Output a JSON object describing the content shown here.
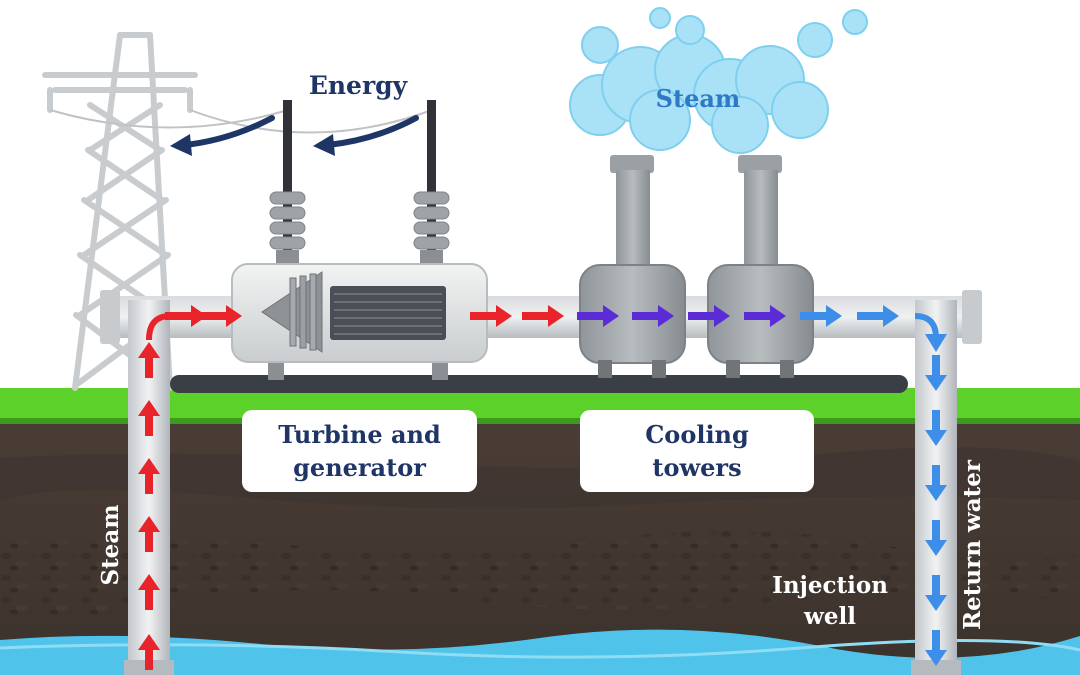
{
  "labels": {
    "energy": "Energy",
    "steam_cloud": "Steam",
    "turbine_generator": "Turbine and\ngenerator",
    "cooling_towers": "Cooling\ntowers",
    "steam_up": "Steam",
    "return_water": "Return water",
    "injection_well": "Injection\nwell"
  },
  "colors": {
    "hot_flow": "#e8242a",
    "mid_flow": "#5b2bd6",
    "cool_flow": "#3d8ee8",
    "label_text": "#1f3566",
    "steam_text": "#2e79c6",
    "grass": "#5cd12a",
    "soil": "#4a3d36",
    "water": "#4fc3ea",
    "energy_arrow": "#1f3566"
  },
  "icons": {
    "pylon": "transmission-tower-icon",
    "generator": "generator-icon",
    "tower": "cooling-tower-icon",
    "cloud": "steam-cloud-icon",
    "arrow": "flow-arrow-icon"
  }
}
